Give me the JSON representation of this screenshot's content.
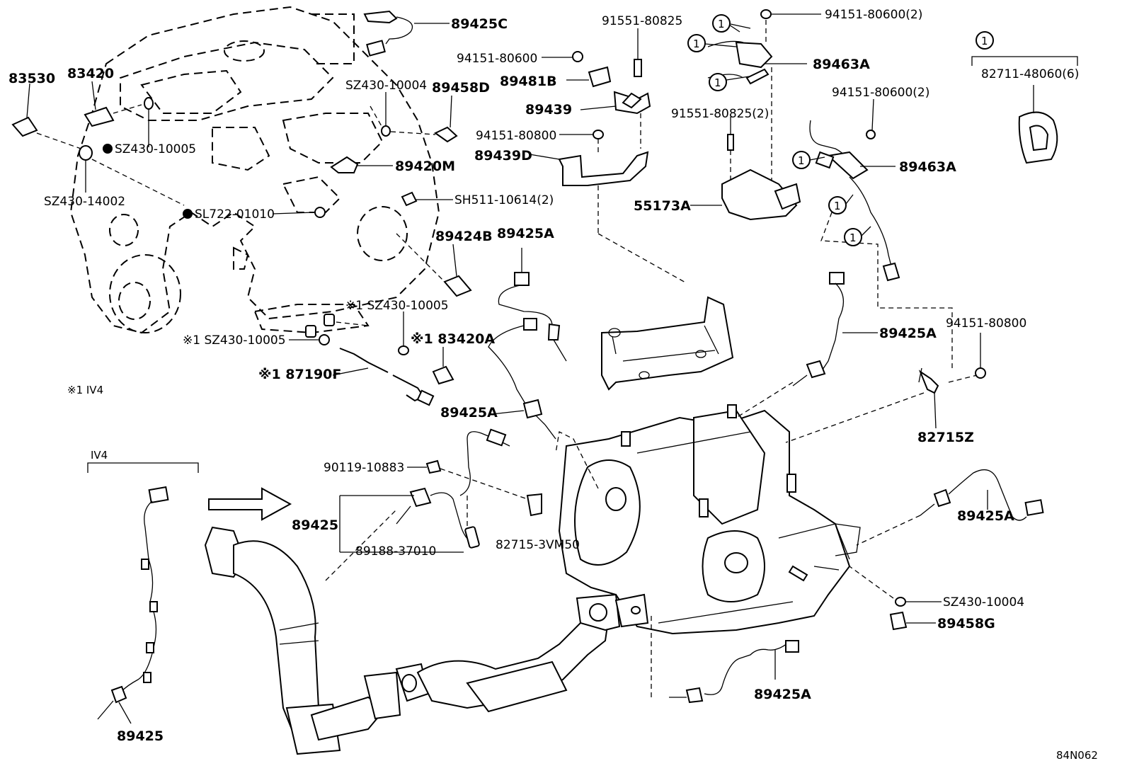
{
  "labels": {
    "l_89425C": "89425C",
    "l_83530": "83530",
    "l_83420": "83420",
    "l_sz43010005_a": "SZ430-10005",
    "l_sz43014002": "SZ430-14002",
    "l_sl72201010": "SL722-01010",
    "l_sz43010004_a": "SZ430-10004",
    "l_89458D": "89458D",
    "l_89420M": "89420M",
    "l_sh51110614": "SH511-10614(2)",
    "l_89424B": "89424B",
    "l_sz43010005_b": "※1 SZ430-10005",
    "l_sz43010005_c": "※1 SZ430-10005",
    "l_83420A": "※1 83420A",
    "l_87190F": "※1 87190F",
    "l_iv4_note": "※1 IV4",
    "l_9155180825": "91551-80825",
    "l_9415180600_a": "94151-80600",
    "l_89481B": "89481B",
    "l_89439": "89439",
    "l_9415180800_a": "94151-80800",
    "l_89439D": "89439D",
    "l_89425A_a": "89425A",
    "l_9415180600_b": "94151-80600(2)",
    "l_89463A_a": "89463A",
    "l_9155180825_2": "91551-80825(2)",
    "l_55173A": "55173A",
    "l_9415180600_c": "94151-80600(2)",
    "l_89463A_b": "89463A",
    "l_8271148060": "82711-48060(6)",
    "l_89425A_b": "89425A",
    "l_9415180800_b": "94151-80800",
    "l_82715Z": "82715Z",
    "l_89425A_c": "89425A",
    "l_9011910883": "90119-10883",
    "l_89425": "89425",
    "l_8918837010": "89188-37010",
    "l_827153VM50": "82715-3VM50",
    "l_89425A_d": "89425A",
    "l_sz43010004_b": "SZ430-10004",
    "l_89458G": "89458G",
    "l_89425A_e": "89425A",
    "l_iv4": "IV4",
    "l_89425_iv4": "89425",
    "l_diagram_id": "84N062",
    "circ": "1"
  }
}
